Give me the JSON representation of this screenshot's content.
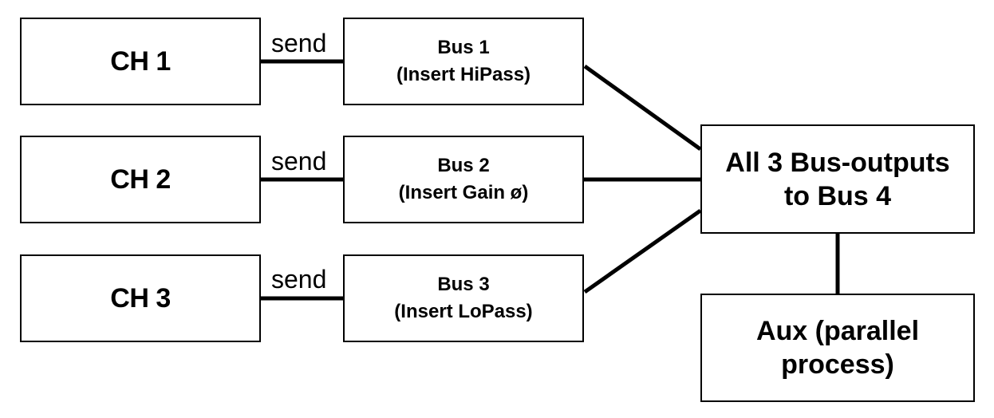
{
  "channels": [
    {
      "label": "CH 1"
    },
    {
      "label": "CH 2"
    },
    {
      "label": "CH 3"
    }
  ],
  "send_label": "send",
  "buses": [
    {
      "title": "Bus 1",
      "insert": "(Insert HiPass)"
    },
    {
      "title": "Bus 2",
      "insert": "(Insert Gain ø)"
    },
    {
      "title": "Bus 3",
      "insert": "(Insert LoPass)"
    }
  ],
  "bus4": {
    "line1": "All 3 Bus-outputs",
    "line2": "to Bus 4"
  },
  "aux": {
    "line1": "Aux (parallel",
    "line2": "process)"
  }
}
